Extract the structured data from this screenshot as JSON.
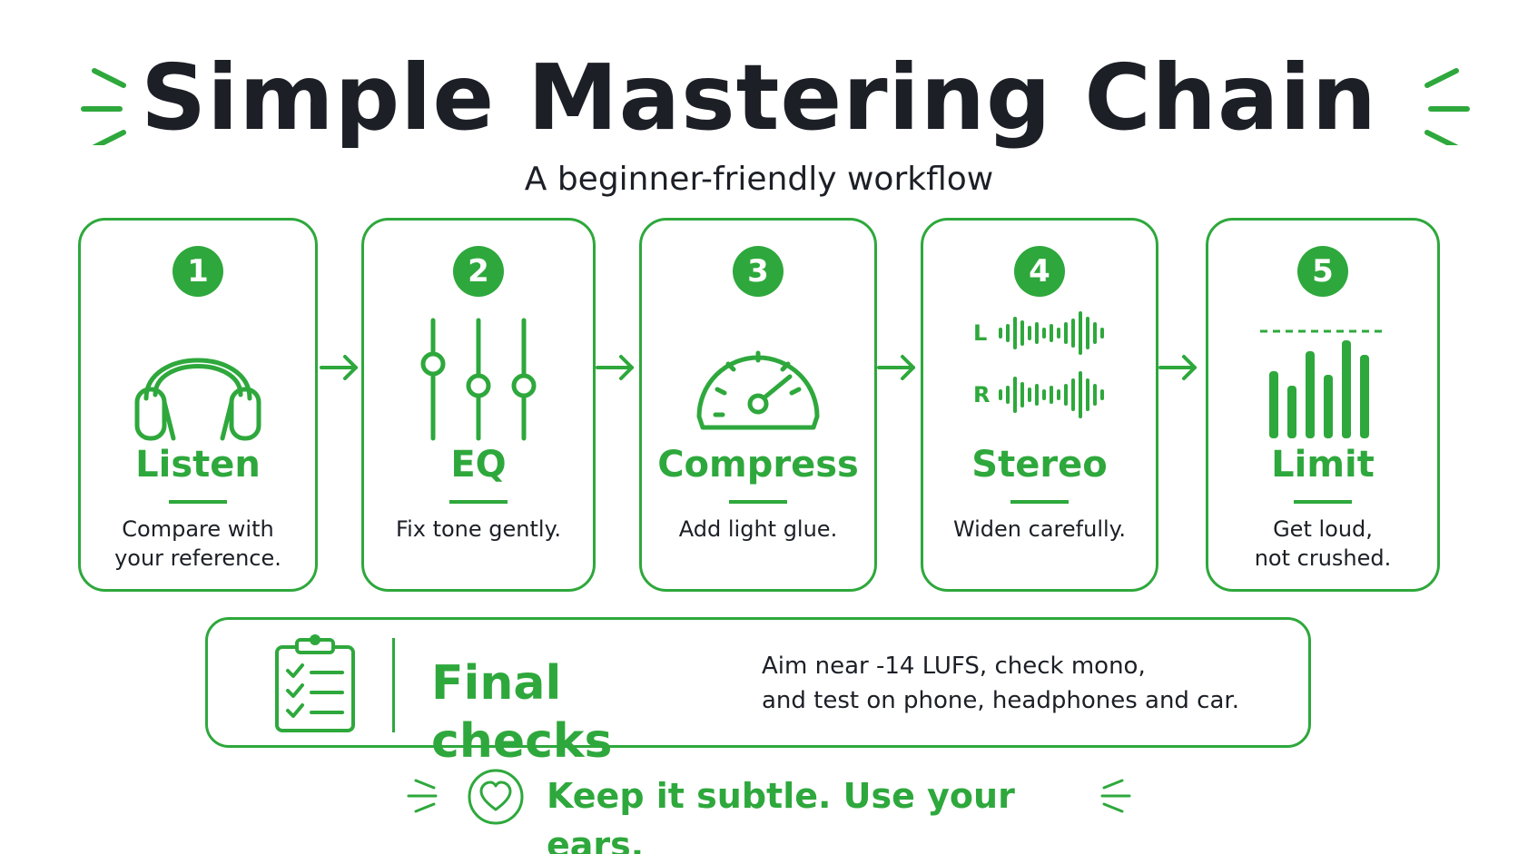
{
  "title": "Simple Mastering Chain",
  "subtitle": "A beginner-friendly workflow",
  "accent_color": "#2ea83c",
  "text_color": "#1c1f26",
  "steps": [
    {
      "number": "1",
      "icon": "headphones-icon",
      "title": "Listen",
      "desc": "Compare with\nyour reference."
    },
    {
      "number": "2",
      "icon": "eq-sliders-icon",
      "title": "EQ",
      "desc": "Fix tone gently."
    },
    {
      "number": "3",
      "icon": "compressor-meter-icon",
      "title": "Compress",
      "desc": "Add light glue."
    },
    {
      "number": "4",
      "icon": "stereo-waveform-icon",
      "title": "Stereo",
      "desc": "Widen carefully.",
      "channel_left": "L",
      "channel_right": "R"
    },
    {
      "number": "5",
      "icon": "limiter-bars-icon",
      "title": "Limit",
      "desc": "Get loud,\nnot crushed."
    }
  ],
  "final": {
    "icon": "clipboard-checklist-icon",
    "title": "Final checks",
    "text": "Aim near -14 LUFS, check mono,\nand test on phone, headphones and car."
  },
  "footer": {
    "icon": "heart-icon",
    "text": "Keep it subtle. Use your ears."
  }
}
